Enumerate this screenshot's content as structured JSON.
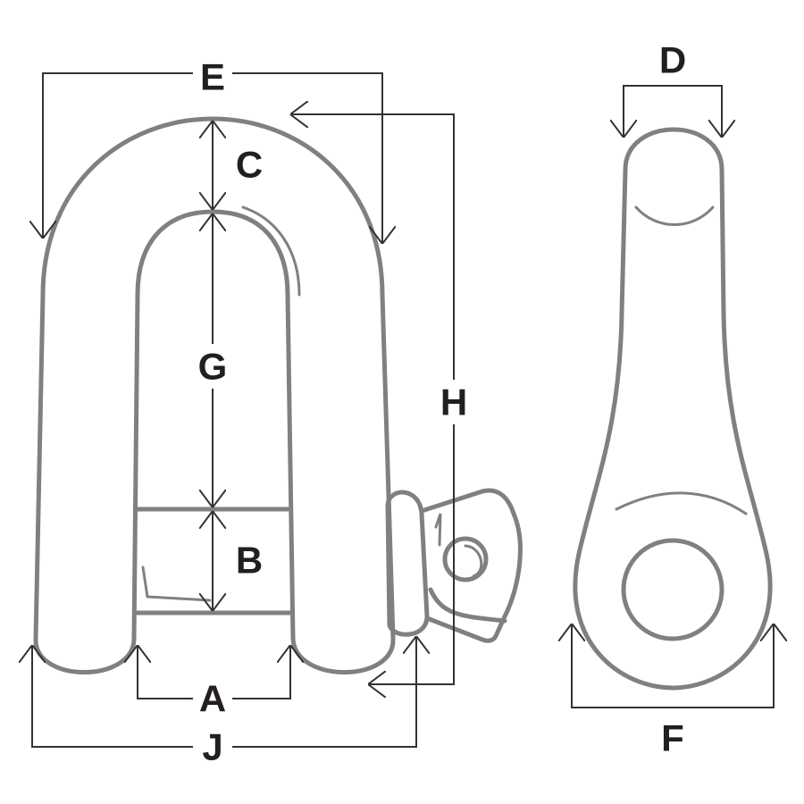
{
  "title": "Shackle dimension diagram",
  "labels": {
    "A": "A",
    "B": "B",
    "C": "C",
    "D": "D",
    "E": "E",
    "F": "F",
    "G": "G",
    "H": "H",
    "J": "J"
  },
  "colors": {
    "outline": "#808080",
    "dimension": "#333333",
    "label": "#231f20"
  }
}
